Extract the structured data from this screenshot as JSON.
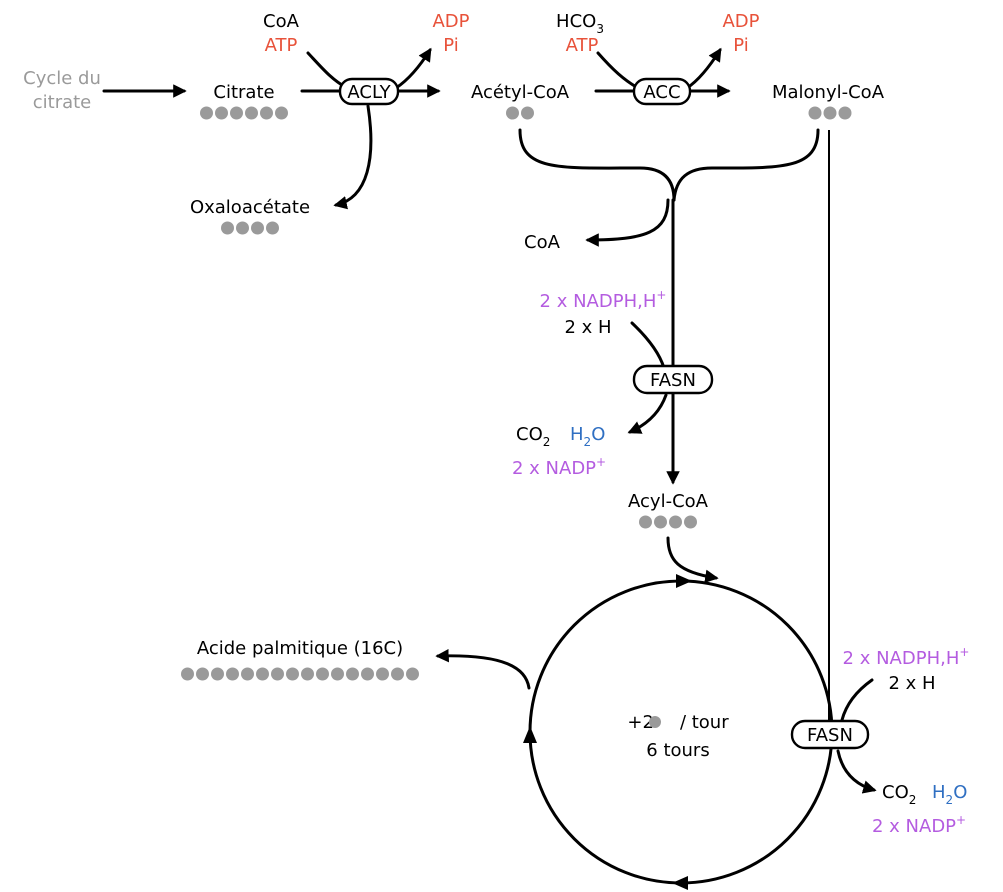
{
  "colors": {
    "black": "#000000",
    "grey": "#9a9a9a",
    "red": "#e8523a",
    "purple": "#b45ce0",
    "blue": "#2f6fc2",
    "dot": "#9a9a9a"
  },
  "labels": {
    "cycle_line1": "Cycle du",
    "cycle_line2": "citrate",
    "citrate": "Citrate",
    "coa_in": "CoA",
    "atp_1": "ATP",
    "adp_1": "ADP",
    "pi_1": "Pi",
    "oxaloacetate": "Oxaloacétate",
    "acetyl_coa": "Acétyl-CoA",
    "hco3_main": "HCO",
    "hco3_sub": "3",
    "atp_2": "ATP",
    "adp_2": "ADP",
    "pi_2": "Pi",
    "malonyl_coa": "Malonyl-CoA",
    "coa_out": "CoA",
    "nadph_1": "2 x NADPH,H",
    "nadph_1_sup": "+",
    "two_h_1": "2 x H",
    "co2_1": "CO",
    "co2_1_sub": "2",
    "h2o_1_h": "H",
    "h2o_1_sub": "2",
    "h2o_1_o": "O",
    "nadp_1": "2 x NADP",
    "nadp_1_sup": "+",
    "acyl_coa": "Acyl-CoA",
    "palmitic": "Acide palmitique (16C)",
    "per_turn_pre": "+2",
    "per_turn_post": "/ tour",
    "turns": "6 tours",
    "nadph_2": "2 x NADPH,H",
    "nadph_2_sup": "+",
    "two_h_2": "2 x H",
    "co2_2": "CO",
    "co2_2_sub": "2",
    "h2o_2_h": "H",
    "h2o_2_sub": "2",
    "h2o_2_o": "O",
    "nadp_2": "2 x NADP",
    "nadp_2_sup": "+"
  },
  "enzymes": {
    "acly": "ACLY",
    "acc": "ACC",
    "fasn_1": "FASN",
    "fasn_2": "FASN"
  },
  "carbon_counts": {
    "citrate": 6,
    "oxaloacetate": 4,
    "acetyl_coa": 2,
    "malonyl_coa": 3,
    "acyl_coa": 4,
    "palmitic": 16
  }
}
